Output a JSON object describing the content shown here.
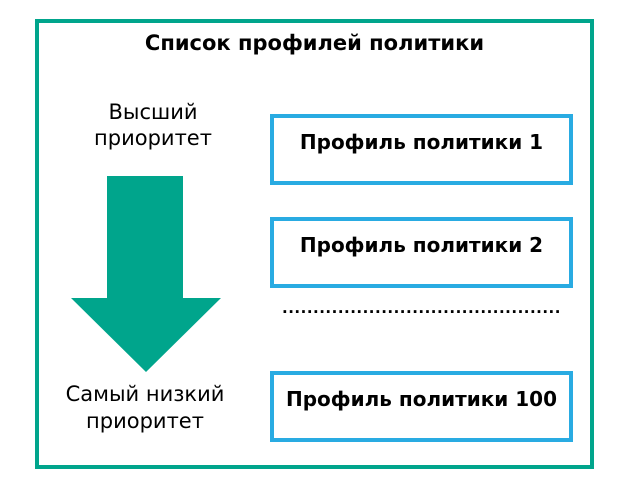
{
  "diagram": {
    "title": "Список профилей политики",
    "priority_high_label": "Высший приоритет",
    "priority_low_label": "Самый низкий приоритет",
    "profiles": [
      {
        "label": "Профиль политики 1"
      },
      {
        "label": "Профиль политики 2"
      },
      {
        "label": "Профиль политики 100"
      }
    ],
    "ellipsis": ".............................................",
    "colors": {
      "frame_and_arrow_teal": "#00A58C",
      "profile_box_border_blue": "#29ABE2",
      "text": "#000000",
      "background": "#FFFFFF"
    }
  }
}
